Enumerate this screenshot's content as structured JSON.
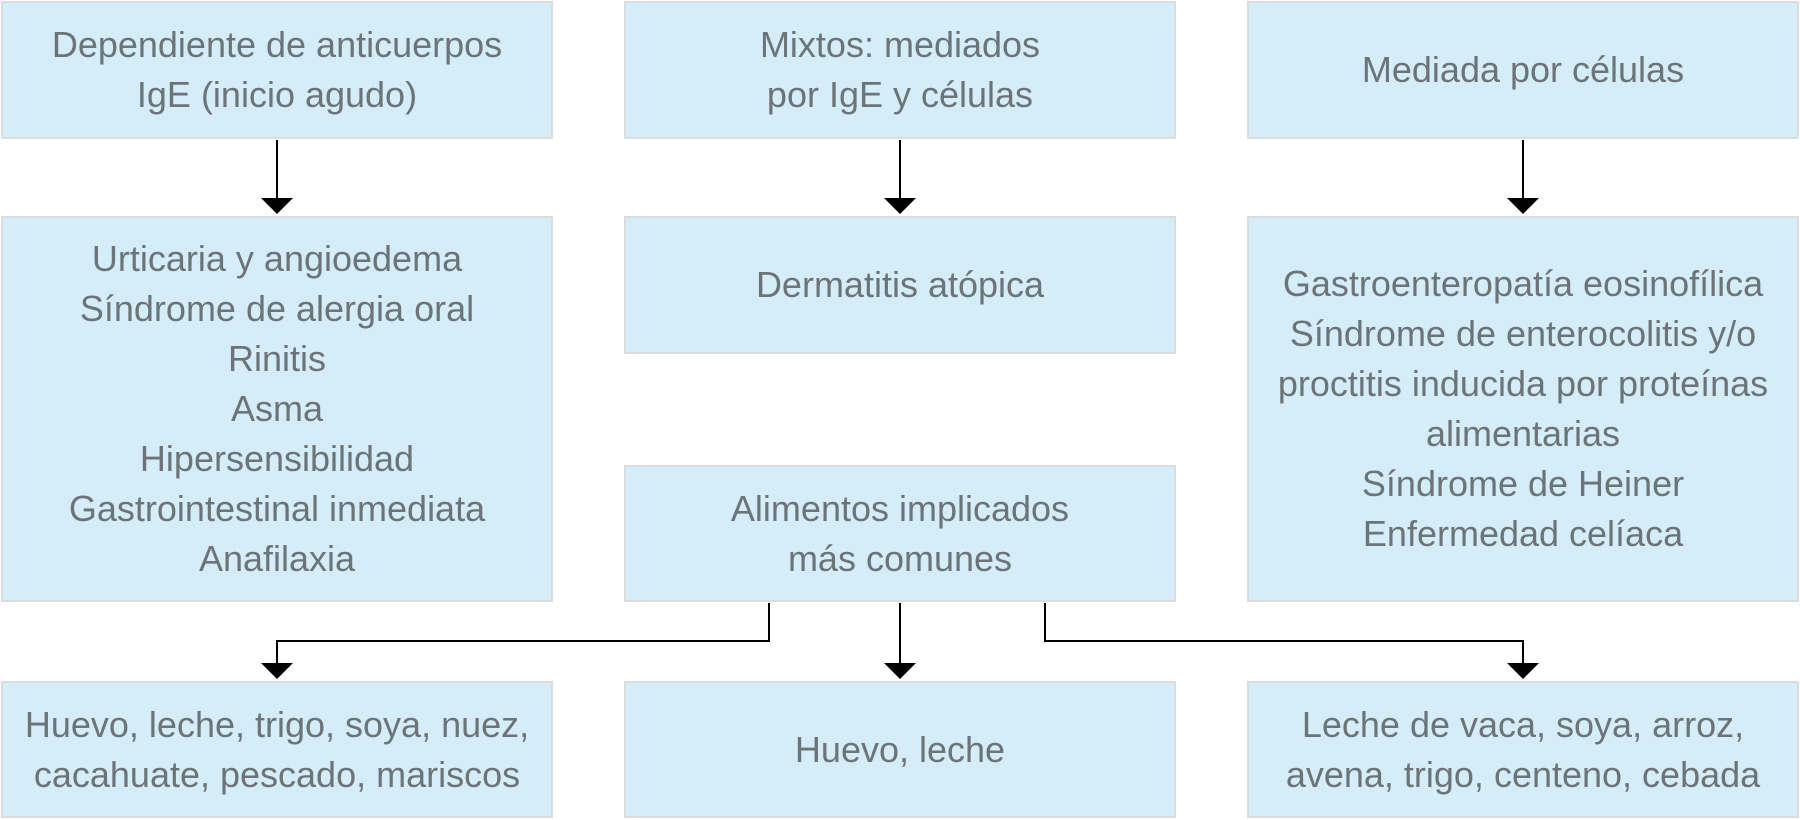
{
  "diagram": {
    "categories": [
      {
        "header": [
          "Dependiente de anticuerpos",
          "IgE (inicio agudo)"
        ],
        "conditions": [
          "Urticaria y angioedema",
          "Síndrome de alergia oral",
          "Rinitis",
          "Asma",
          "Hipersensibilidad",
          "Gastrointestinal inmediata",
          "Anafilaxia"
        ],
        "foods": [
          "Huevo, leche, trigo, soya, nuez,",
          "cacahuate, pescado, mariscos"
        ]
      },
      {
        "header": [
          "Mixtos: mediados",
          "por IgE y células"
        ],
        "conditions": [
          "Dermatitis atópica"
        ],
        "foods": [
          "Huevo, leche"
        ]
      },
      {
        "header": [
          "Mediada por células"
        ],
        "conditions": [
          "Gastroenteropatía eosinofílica",
          "Síndrome de enterocolitis y/o",
          "proctitis inducida por proteínas",
          "alimentarias",
          "Síndrome de Heiner",
          "Enfermedad celíaca"
        ],
        "foods": [
          "Leche de vaca, soya, arroz,",
          "avena, trigo, centeno, cebada"
        ]
      }
    ],
    "foods_hub": [
      "Alimentos implicados",
      "más comunes"
    ]
  },
  "colors": {
    "box_fill": "#d4edf9",
    "box_border": "#dcdcdc",
    "text": "#6c7478",
    "connector": "#000000"
  }
}
